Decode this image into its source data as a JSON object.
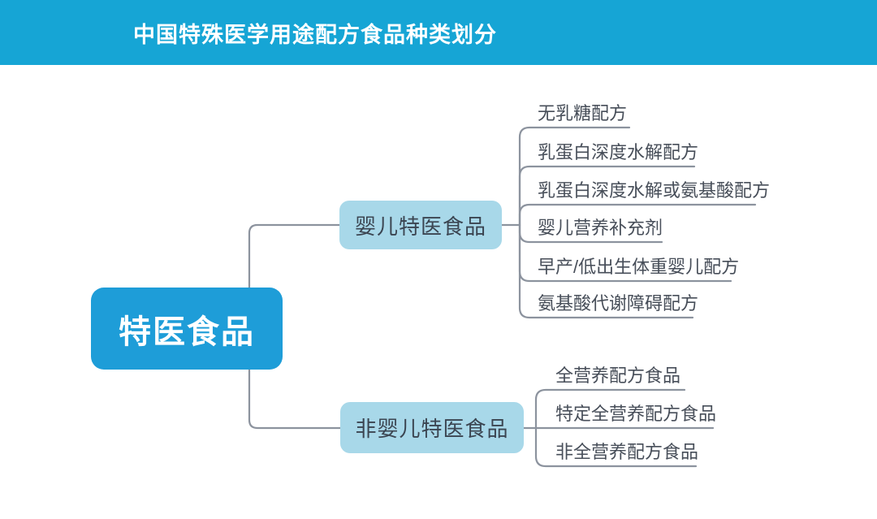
{
  "header": {
    "title": "中国特殊医学用途配方食品种类划分"
  },
  "colors": {
    "header_bg": "#16a5d5",
    "root_bg": "#1e9dd8",
    "root_text": "#ffffff",
    "branch_bg": "#a8d8e9",
    "branch_text": "#3b4551",
    "leaf_text": "#474e59",
    "connector_line": "#8c939e",
    "canvas_bg": "#ffffff"
  },
  "tree": {
    "root": {
      "label": "特医食品"
    },
    "branches": [
      {
        "label": "婴儿特医食品",
        "children": [
          {
            "label": "无乳糖配方"
          },
          {
            "label": "乳蛋白深度水解配方"
          },
          {
            "label": "乳蛋白深度水解或氨基酸配方"
          },
          {
            "label": "婴儿营养补充剂"
          },
          {
            "label": "早产/低出生体重婴儿配方"
          },
          {
            "label": "氨基酸代谢障碍配方"
          }
        ]
      },
      {
        "label": "非婴儿特医食品",
        "children": [
          {
            "label": "全营养配方食品"
          },
          {
            "label": "特定全营养配方食品"
          },
          {
            "label": "非全营养配方食品"
          }
        ]
      }
    ]
  }
}
